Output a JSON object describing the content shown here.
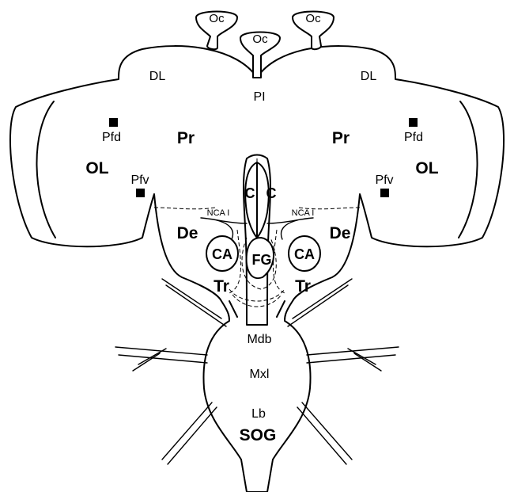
{
  "labels": {
    "ocellus": "Oc",
    "dorsal_lobe": "DL",
    "pars_intercerebralis": "PI",
    "protocerebrum": "Pr",
    "optic_lobe": "OL",
    "pfd": "Pfd",
    "pfv": "Pfv",
    "cc": "C",
    "nca": "NCA I",
    "deutocerebrum": "De",
    "corpora_allata": "CA",
    "frontal_ganglion": "FG",
    "tritocerebrum": "Tr",
    "mandibular": "Mdb",
    "maxillary": "Mxl",
    "labial": "Lb",
    "sog": "SOG"
  },
  "colors": {
    "line": "#000000",
    "background": "#ffffff"
  }
}
